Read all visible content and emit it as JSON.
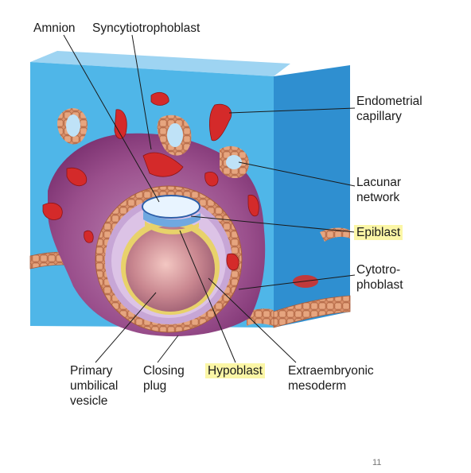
{
  "labels": {
    "amnion": "Amnion",
    "syncytiotrophoblast": "Syncytiotrophoblast",
    "endometrial_capillary": "Endometrial\ncapillary",
    "lacunar_network": "Lacunar\nnetwork",
    "epiblast": "Epiblast",
    "cytotrophoblast": "Cytotro-\nphoblast",
    "primary_umbilical_vesicle": "Primary\numbilical\nvesicle",
    "closing_plug": "Closing\nplug",
    "hypoblast": "Hypoblast",
    "extraembryonic_mesoderm": "Extraembryonic\nmesoderm"
  },
  "page_number": "11",
  "colors": {
    "endometrium": "#4fb6e8",
    "endometrium_side": "#2f8fd0",
    "syncytium": "#8a3a78",
    "capillary": "#d42a2a",
    "cytotrophoblast": "#d9906a",
    "highlight": "#fbf6a6"
  }
}
